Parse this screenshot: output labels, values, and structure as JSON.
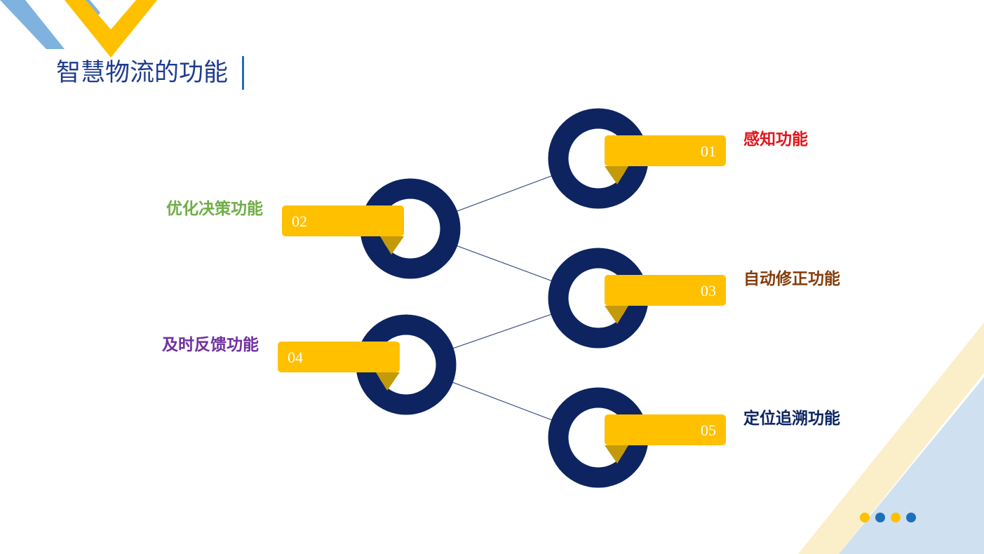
{
  "title": "智慧物流的功能",
  "colors": {
    "navy": "#0d2461",
    "yellow": "#ffc000",
    "fold": "#c49a0a",
    "connector": "#3b4f86",
    "title": "#1f3c8f",
    "title_bar": "#1f6fb8",
    "light_blue": "#7fb2de",
    "pale_blue": "#cfe0f1",
    "pale_yellow": "#fbefc9"
  },
  "nodes": [
    {
      "id": "01",
      "number": "01",
      "label": "感知功能",
      "label_color": "#e3141b"
    },
    {
      "id": "02",
      "number": "02",
      "label": "优化决策功能",
      "label_color": "#70ad47"
    },
    {
      "id": "03",
      "number": "03",
      "label": "自动修正功能",
      "label_color": "#843c0c"
    },
    {
      "id": "04",
      "number": "04",
      "label": "及时反馈功能",
      "label_color": "#7030a0"
    },
    {
      "id": "05",
      "number": "05",
      "label": "定位追溯功能",
      "label_color": "#0d2461"
    }
  ],
  "edges": [
    [
      "02",
      "01"
    ],
    [
      "02",
      "03"
    ],
    [
      "04",
      "03"
    ],
    [
      "04",
      "05"
    ]
  ],
  "pager_dots": [
    "#ffc000",
    "#1f6fb8",
    "#ffc000",
    "#1f6fb8"
  ]
}
